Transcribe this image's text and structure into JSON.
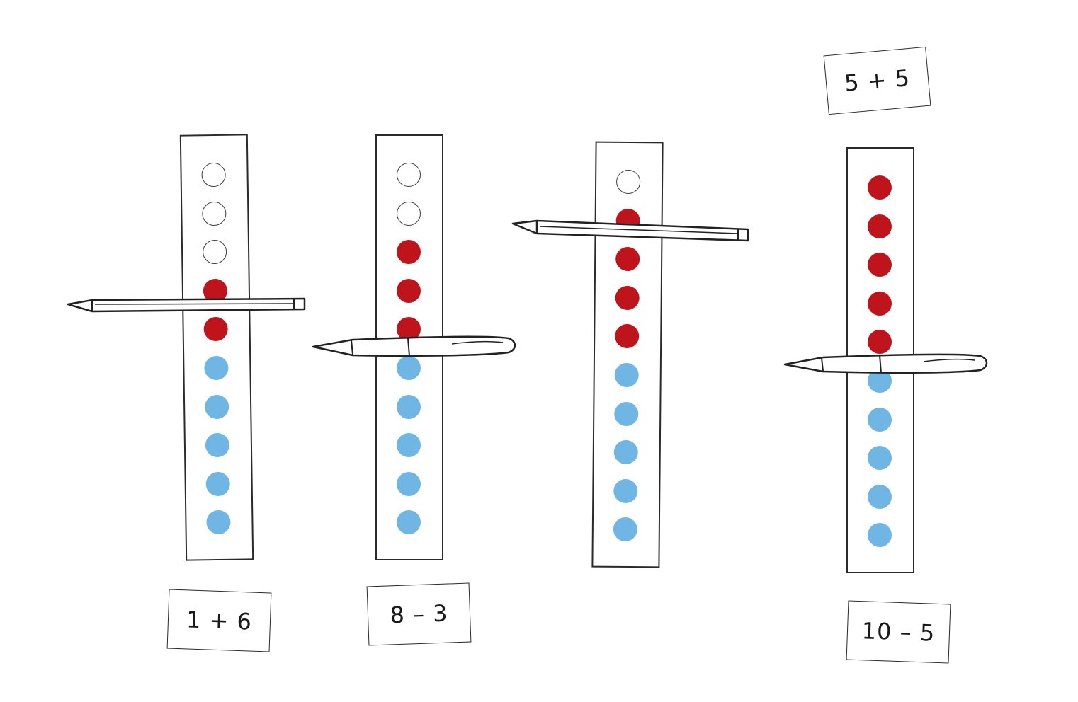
{
  "colors": {
    "filled_top": "#c0141c",
    "filled_bottom": "#6fb6e4",
    "empty_outline": "#3a3a3a",
    "outline": "#2a2a2a"
  },
  "strips": [
    {
      "name": "strip-1",
      "dots": [
        "empty",
        "empty",
        "empty",
        "red",
        "red",
        "blue",
        "blue",
        "blue",
        "blue",
        "blue"
      ]
    },
    {
      "name": "strip-2",
      "dots": [
        "empty",
        "empty",
        "red",
        "red",
        "red",
        "blue",
        "blue",
        "blue",
        "blue",
        "blue"
      ]
    },
    {
      "name": "strip-3",
      "dots": [
        "empty",
        "red",
        "red",
        "red",
        "red",
        "blue",
        "blue",
        "blue",
        "blue",
        "blue"
      ]
    },
    {
      "name": "strip-4",
      "dots": [
        "red",
        "red",
        "red",
        "red",
        "red",
        "blue",
        "blue",
        "blue",
        "blue",
        "blue"
      ]
    }
  ],
  "cards": [
    {
      "name": "card-1-plus-6",
      "text": "1 + 6"
    },
    {
      "name": "card-8-minus-3",
      "text": "8 – 3"
    },
    {
      "name": "card-5-plus-5",
      "text": "5 + 5"
    },
    {
      "name": "card-10-minus-5",
      "text": "10 – 5"
    }
  ],
  "pens": [
    {
      "name": "pen-strip-1",
      "kind": "mechanical-pencil-icon"
    },
    {
      "name": "pen-strip-2",
      "kind": "ballpoint-pen-icon"
    },
    {
      "name": "pen-strip-3",
      "kind": "mechanical-pencil-icon"
    },
    {
      "name": "pen-strip-4",
      "kind": "ballpoint-pen-icon"
    }
  ]
}
